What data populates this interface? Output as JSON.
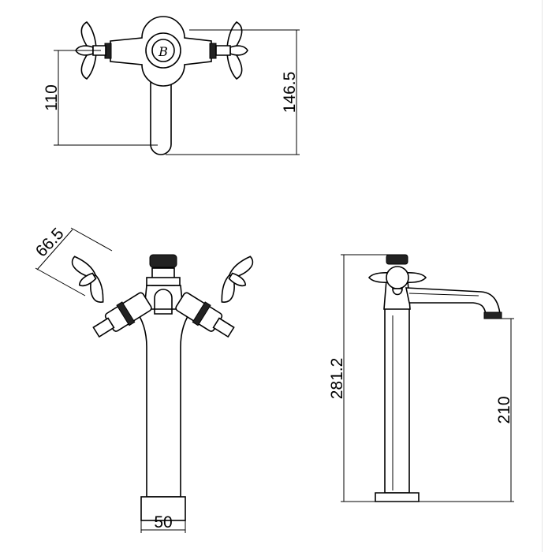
{
  "dimensions": {
    "top_view_depth": "110",
    "top_view_overall_depth": "146.5",
    "handle_angle": "66.5",
    "base_width": "50",
    "overall_height": "281.2",
    "spout_height": "210"
  },
  "brand_mark": "B"
}
